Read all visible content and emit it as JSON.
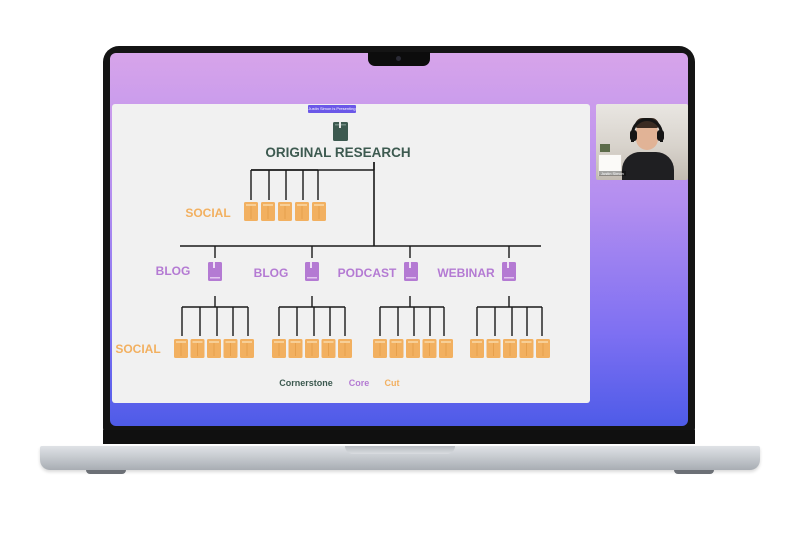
{
  "presenting_banner": "Justin Simon is Presenting",
  "video": {
    "speaker_name": "Justin Simon"
  },
  "diagram": {
    "title": "ORIGINAL RESEARCH",
    "top_social_label": "SOCIAL",
    "bottom_social_label": "SOCIAL",
    "branches": [
      "BLOG",
      "BLOG",
      "PODCAST",
      "WEBINAR"
    ],
    "legend": {
      "cornerstone": "Cornerstone",
      "core": "Core",
      "cut": "Cut"
    }
  },
  "colors": {
    "cornerstone": "#3d5a50",
    "core": "#b47ad3",
    "cut": "#f2b060",
    "screen_top": "#d7a4ea",
    "screen_bottom": "#4e5be8"
  },
  "icons": {
    "cornerstone": "book-icon",
    "core": "book-icon",
    "cut": "box-icon"
  }
}
